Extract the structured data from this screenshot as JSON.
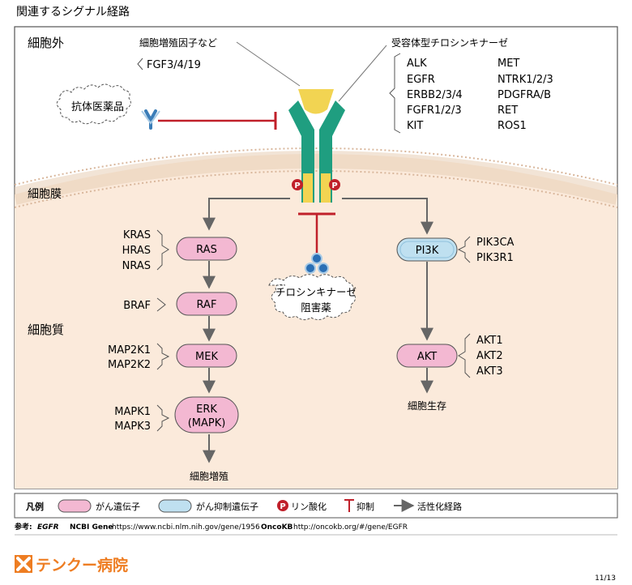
{
  "page_title": "関連するシグナル経路",
  "regions": {
    "extracellular": "細胞外",
    "membrane": "細胞膜",
    "cytoplasm": "細胞質"
  },
  "growth_factor": {
    "label": "細胞増殖因子など",
    "genes": "FGF3/4/19"
  },
  "antibody_drug": "抗体医薬品",
  "rtk": {
    "label": "受容体型チロシンキナーゼ",
    "genes_col1": [
      "ALK",
      "EGFR",
      "ERBB2/3/4",
      "FGFR1/2/3",
      "KIT"
    ],
    "genes_col2": [
      "MET",
      "NTRK1/2/3",
      "PDGFRA/B",
      "RET",
      "ROS1"
    ]
  },
  "phospho_mark": "P",
  "tki": {
    "line1": "チロシンキナーゼ",
    "line2": "阻害薬"
  },
  "left_pathway": {
    "nodes": {
      "ras": "RAS",
      "raf": "RAF",
      "mek": "MEK",
      "erk_line1": "ERK",
      "erk_line2": "(MAPK)"
    },
    "genes": {
      "ras": [
        "KRAS",
        "HRAS",
        "NRAS"
      ],
      "raf": [
        "BRAF"
      ],
      "mek": [
        "MAP2K1",
        "MAP2K2"
      ],
      "erk": [
        "MAPK1",
        "MAPK3"
      ]
    },
    "outcome": "細胞増殖"
  },
  "right_pathway": {
    "nodes": {
      "pi3k": "PI3K",
      "akt": "AKT"
    },
    "genes": {
      "pi3k": [
        "PIK3CA",
        "PIK3R1"
      ],
      "akt": [
        "AKT1",
        "AKT2",
        "AKT3"
      ]
    },
    "outcome": "細胞生存"
  },
  "legend": {
    "title": "凡例",
    "oncogene": "がん遺伝子",
    "suppressor": "がん抑制遺伝子",
    "phospho": "リン酸化",
    "inhibit": "抑制",
    "activate": "活性化経路"
  },
  "references": {
    "label": "参考:",
    "gene": "EGFR",
    "ncbi_label": "NCBI Gene",
    "ncbi_url": "https://www.ncbi.nlm.nih.gov/gene/1956",
    "oncokb_label": "OncoKB",
    "oncokb_url": "http://oncokb.org/#/gene/EGFR"
  },
  "footer": {
    "hospital": "テンクー病院",
    "page_number": "11/13"
  },
  "colors": {
    "cytoplasm": "#fbeadb",
    "membrane_line": "#d9b79c",
    "oncogene_fill": "#f3b8d2",
    "suppressor_fill": "#bfe0f0",
    "receptor_green": "#1f9e80",
    "receptor_yellow": "#f2d452",
    "inhibit_red": "#c0202a",
    "arrow_gray": "#666666",
    "logo_orange": "#ee7d22",
    "antibody_blue": "#3b7db8",
    "tki_blue": "#2a6fb5"
  }
}
